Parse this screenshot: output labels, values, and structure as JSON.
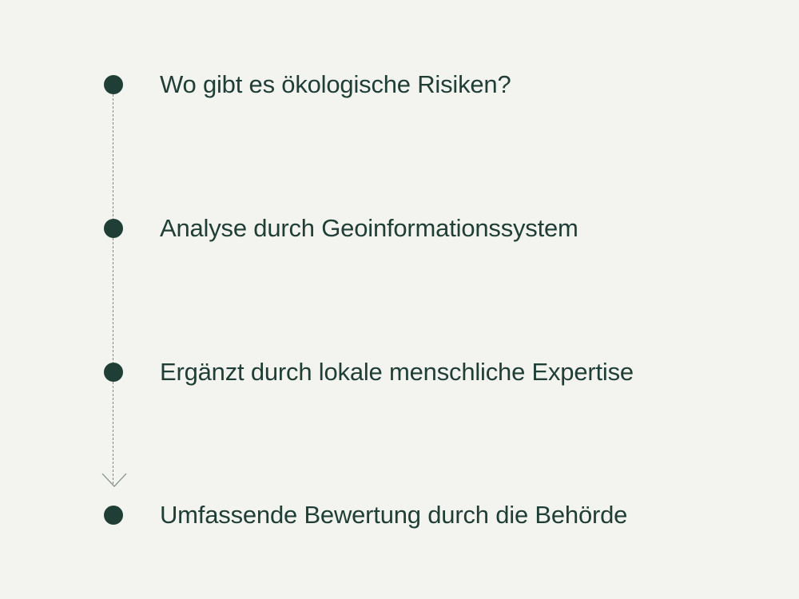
{
  "diagram": {
    "type": "vertical-timeline",
    "steps": [
      {
        "label": "Wo gibt es ökologische Risiken?"
      },
      {
        "label": "Analyse durch Geoinformationssystem"
      },
      {
        "label": "Ergänzt durch lokale menschliche Expertise"
      },
      {
        "label": "Umfassende Bewertung durch die Behörde"
      }
    ],
    "colors": {
      "background": "#f3f3f0",
      "accent": "#1f3e36",
      "connector": "#7d8a86"
    }
  }
}
